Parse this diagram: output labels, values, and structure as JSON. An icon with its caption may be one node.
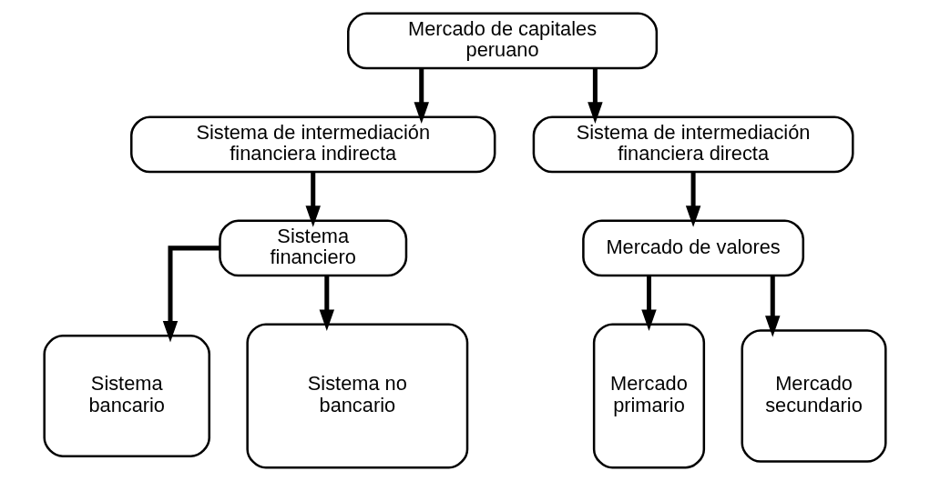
{
  "diagram": {
    "nodes": [
      {
        "text": [
          "Mercado de capitales peruano"
        ]
      },
      {
        "text": [
          "Sistema de intermediación financiera indirecta"
        ]
      },
      {
        "text": [
          "Sistema de intermediación financiera directa"
        ]
      },
      {
        "text": [
          "Sistema financiero"
        ]
      },
      {
        "text": [
          "Mercado de valores"
        ]
      },
      {
        "text": [
          "Sistema bancario"
        ]
      },
      {
        "text": [
          "Sistema no bancario"
        ]
      },
      {
        "text": [
          "Mercado primario"
        ]
      },
      {
        "text": [
          "Mercado secundario"
        ]
      }
    ],
    "edges": [
      {
        "from": 0,
        "to": 1,
        "arrow": "to"
      },
      {
        "from": 0,
        "to": 2,
        "arrow": "to"
      },
      {
        "from": 1,
        "to": 3,
        "arrow": "to"
      },
      {
        "from": 2,
        "to": 4,
        "arrow": "to"
      },
      {
        "from": 3,
        "to": 5,
        "arrow": "to"
      },
      {
        "from": 3,
        "to": 6,
        "arrow": "to"
      },
      {
        "from": 4,
        "to": 7,
        "arrow": "to"
      },
      {
        "from": 4,
        "to": 8,
        "arrow": "to"
      }
    ]
  }
}
